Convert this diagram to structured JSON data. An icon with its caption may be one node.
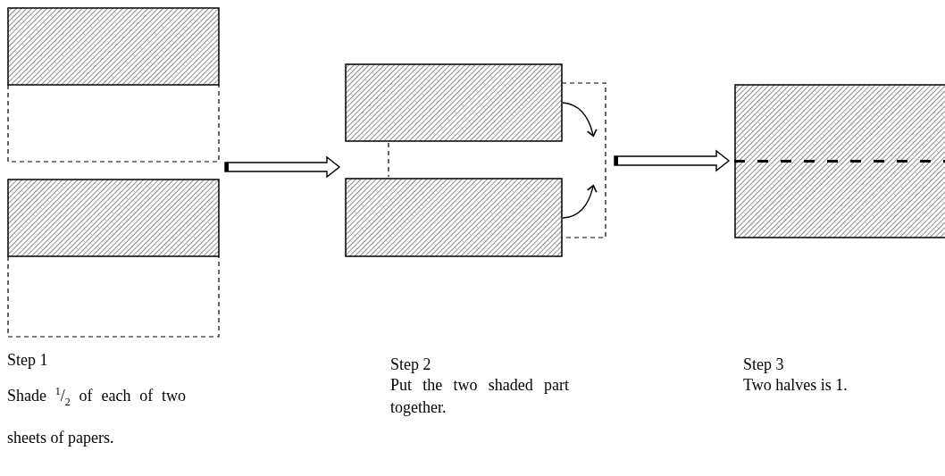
{
  "diagram": {
    "nodes": [
      {
        "text": [],
        "shape": "picture",
        "beside": [
          "Step 1",
          "Shade $^{1}$/$_{2}$ of each of two sheets of papers."
        ]
      },
      {
        "text": [],
        "shape": "picture",
        "beside": [
          "Step 2",
          "Put the two shaded part together."
        ]
      },
      {
        "text": [],
        "shape": "box",
        "beside": [
          "Step 3",
          "Two halves is 1."
        ]
      }
    ],
    "edges": [
      {
        "from": 0,
        "to": 1,
        "arrow": "to"
      },
      {
        "from": 1,
        "to": 2,
        "arrow": "to"
      }
    ]
  }
}
